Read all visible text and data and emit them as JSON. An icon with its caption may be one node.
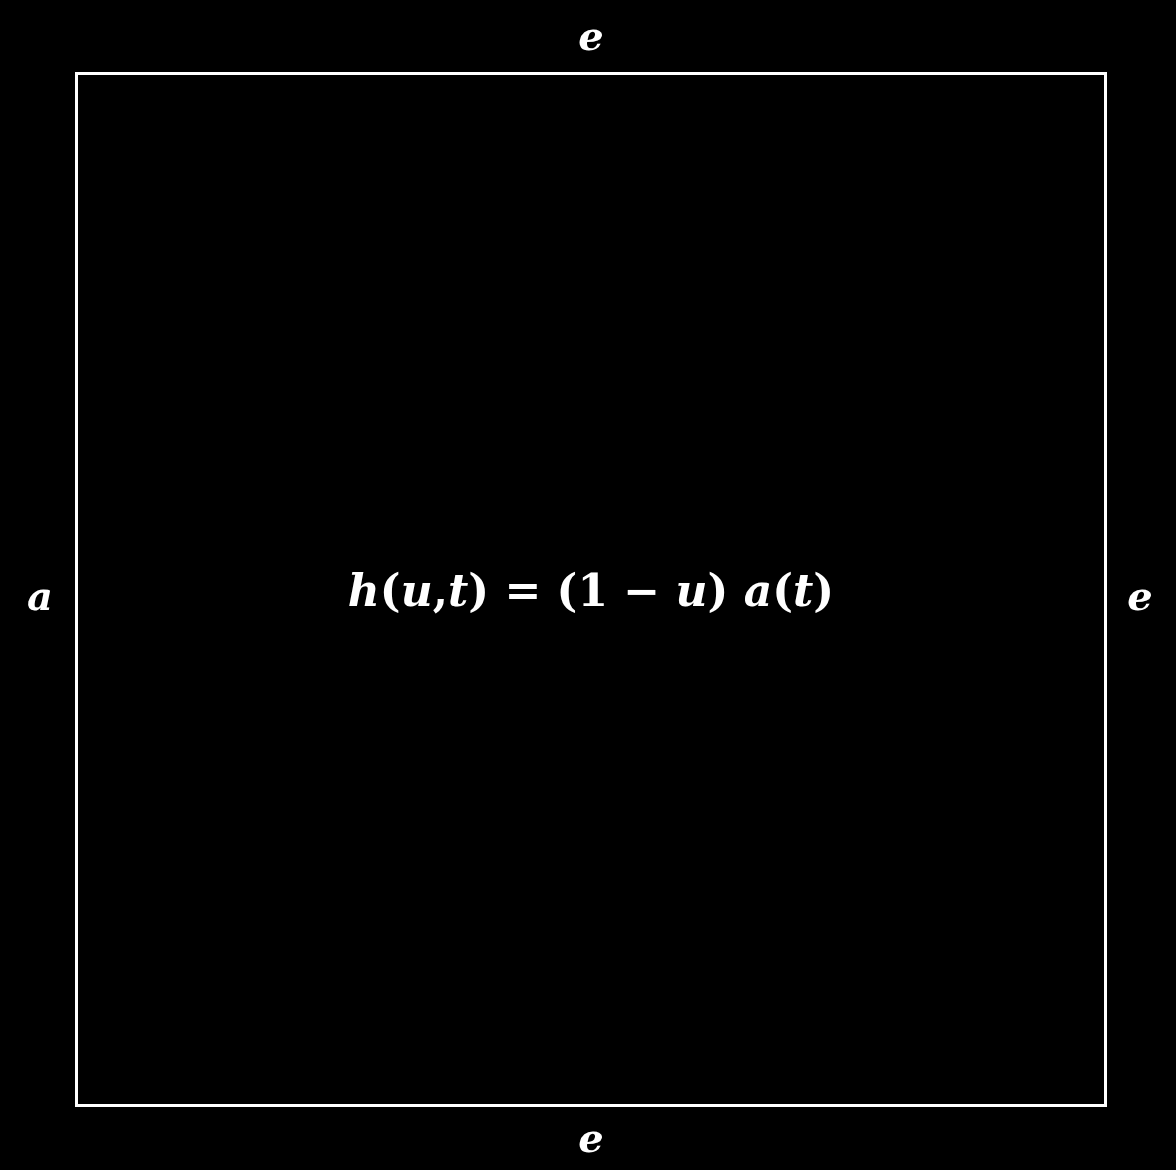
{
  "diagram": {
    "nodes": [
      {
        "text": [
          "*h*(*u*,*t*) = (1 − *u*) *a*(*t*)"
        ]
      }
    ],
    "labels": [
      "e",
      "a",
      "e",
      "e"
    ]
  }
}
